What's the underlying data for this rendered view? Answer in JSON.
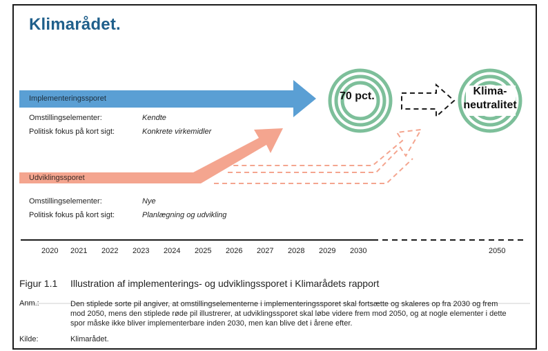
{
  "logo": "Klimarådet.",
  "impl": {
    "label": "Implementeringssporet",
    "row1_key": "Omstillingselementer:",
    "row1_val": "Kendte",
    "row2_key": "Politisk fokus på kort sigt:",
    "row2_val": "Konkrete virkemidler"
  },
  "udv": {
    "label": "Udviklingssporet",
    "row1_key": "Omstillingselementer:",
    "row1_val": "Nye",
    "row2_key": "Politisk fokus på kort sigt:",
    "row2_val": "Planlægning og udvikling"
  },
  "target1": "70 pct.",
  "target2_line1": "Klima-",
  "target2_line2": "neutralitet",
  "years": [
    "2020",
    "2021",
    "2022",
    "2023",
    "2024",
    "2025",
    "2026",
    "2027",
    "2028",
    "2029",
    "2030",
    "2050"
  ],
  "figure": {
    "number": "Figur 1.1",
    "title": "Illustration af implementerings- og udviklingssporet i Klimarådets rapport"
  },
  "notes": {
    "anm_label": "Anm.:",
    "anm_text": "Den stiplede sorte pil angiver, at omstillingselementerne i implementeringssporet skal fortsætte og skaleres op fra 2030 og frem mod 2050, mens den stiplede røde pil illustrerer, at udviklingssporet skal løbe videre frem mod 2050, og at nogle elementer i dette spor måske ikke bliver implementerbare inden 2030, men kan blive det i årene efter.",
    "kilde_label": "Kilde:",
    "kilde_text": "Klimarådet."
  },
  "colors": {
    "blue_arrow": "#5a9fd4",
    "salmon_arrow": "#f4a58f",
    "target_green": "#7dbf9a",
    "logo_blue": "#1f5f8b"
  }
}
